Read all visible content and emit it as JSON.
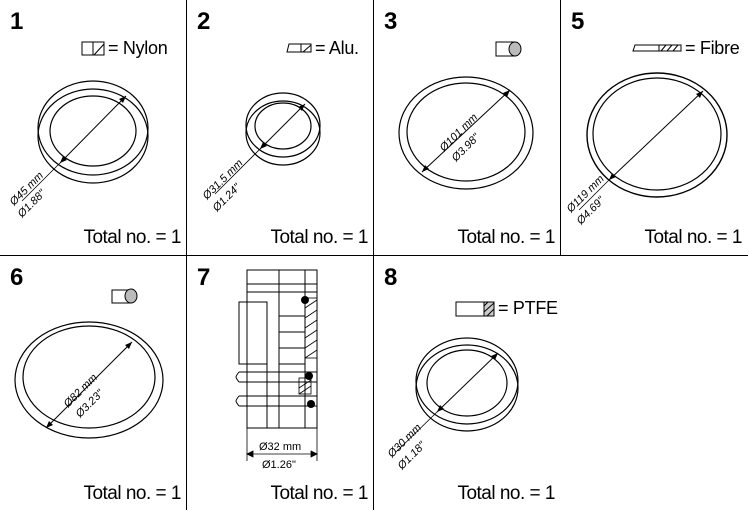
{
  "colors": {
    "line": "#000000",
    "background": "#ffffff"
  },
  "parts": [
    {
      "id": "1",
      "number": "1",
      "material_label": "= Nylon",
      "dia_mm": "Ø45 mm",
      "dia_in": "Ø1.88\"",
      "total": "Total no. = 1"
    },
    {
      "id": "2",
      "number": "2",
      "material_label": "= Alu.",
      "dia_mm": "Ø31.5 mm",
      "dia_in": "Ø1.24\"",
      "total": "Total no. = 1"
    },
    {
      "id": "3",
      "number": "3",
      "material_label": "",
      "dia_mm": "Ø101 mm",
      "dia_in": "Ø3.98\"",
      "total": "Total no. = 1"
    },
    {
      "id": "5",
      "number": "5",
      "material_label": "= Fibre",
      "dia_mm": "Ø119 mm",
      "dia_in": "Ø4.69\"",
      "total": "Total no. = 1"
    },
    {
      "id": "6",
      "number": "6",
      "material_label": "",
      "dia_mm": "Ø82 mm",
      "dia_in": "Ø3.23\"",
      "total": "Total no. = 1"
    },
    {
      "id": "7",
      "number": "7",
      "material_label": "",
      "dia_mm": "Ø32 mm",
      "dia_in": "Ø1.26\"",
      "total": "Total no. = 1"
    },
    {
      "id": "8",
      "number": "8",
      "material_label": "= PTFE",
      "dia_mm": "Ø30 mm",
      "dia_in": "Ø1.18\"",
      "total": "Total no. = 1"
    }
  ]
}
